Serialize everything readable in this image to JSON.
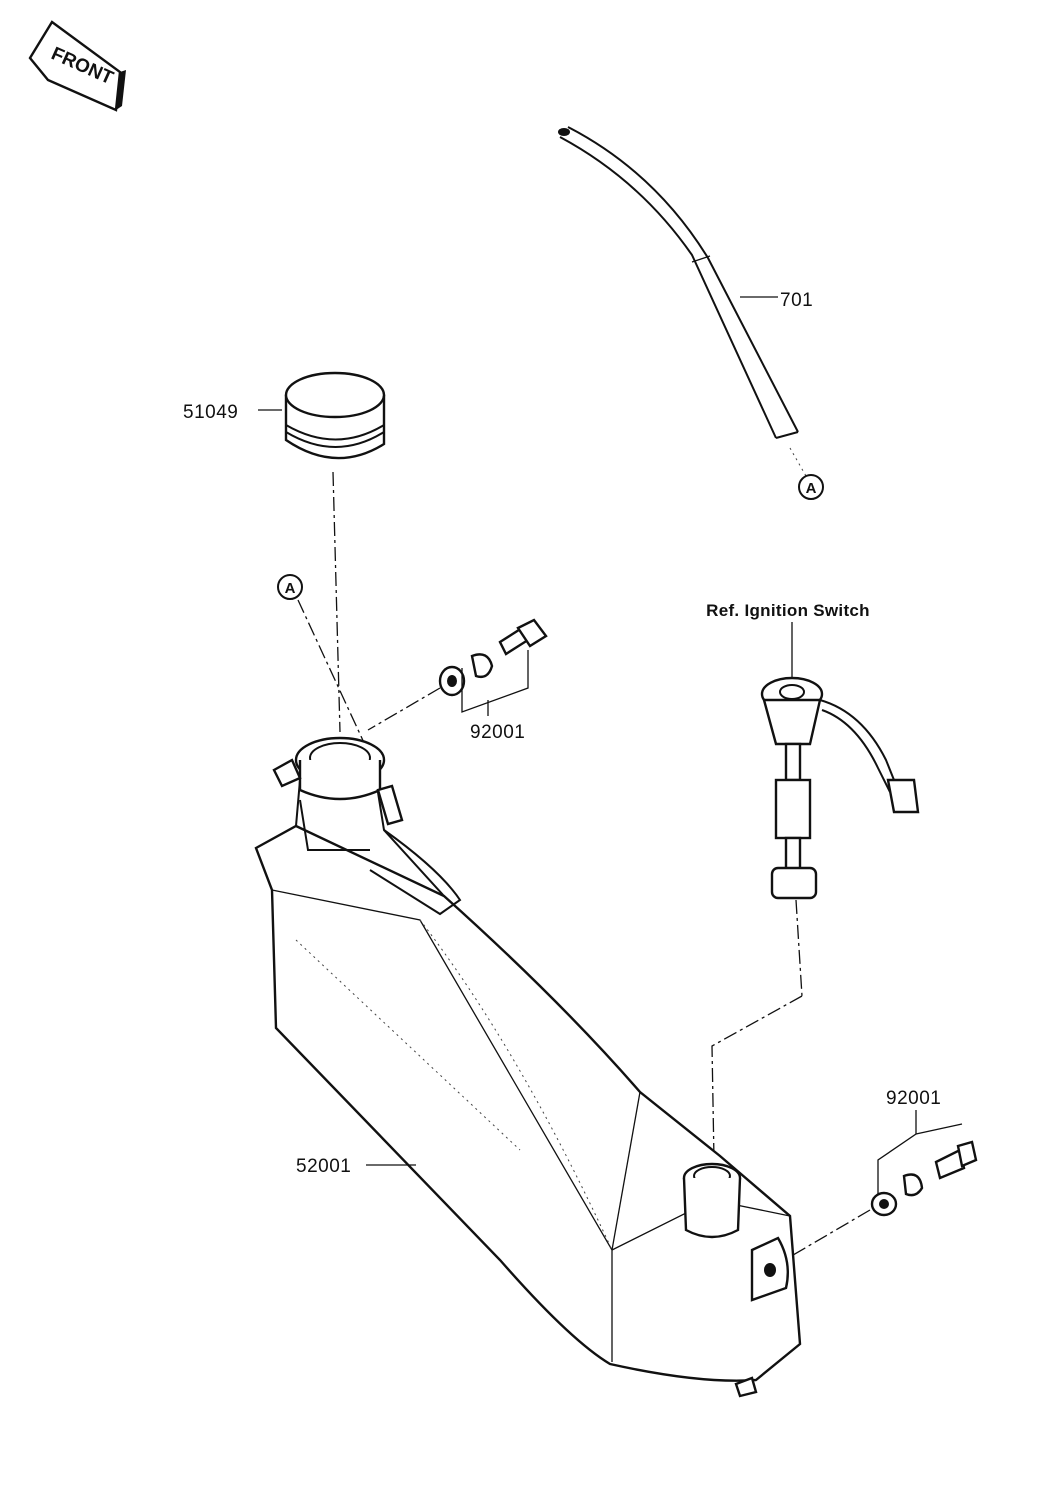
{
  "orientation": {
    "label": "FRONT"
  },
  "references": {
    "marker": "A",
    "ignition_note": "Ref. Ignition Switch"
  },
  "parts": {
    "breather_hose": "701",
    "filler_cap": "51049",
    "bolt_set_upper": "92001",
    "bolt_set_lower": "92001",
    "tank": "52001"
  }
}
